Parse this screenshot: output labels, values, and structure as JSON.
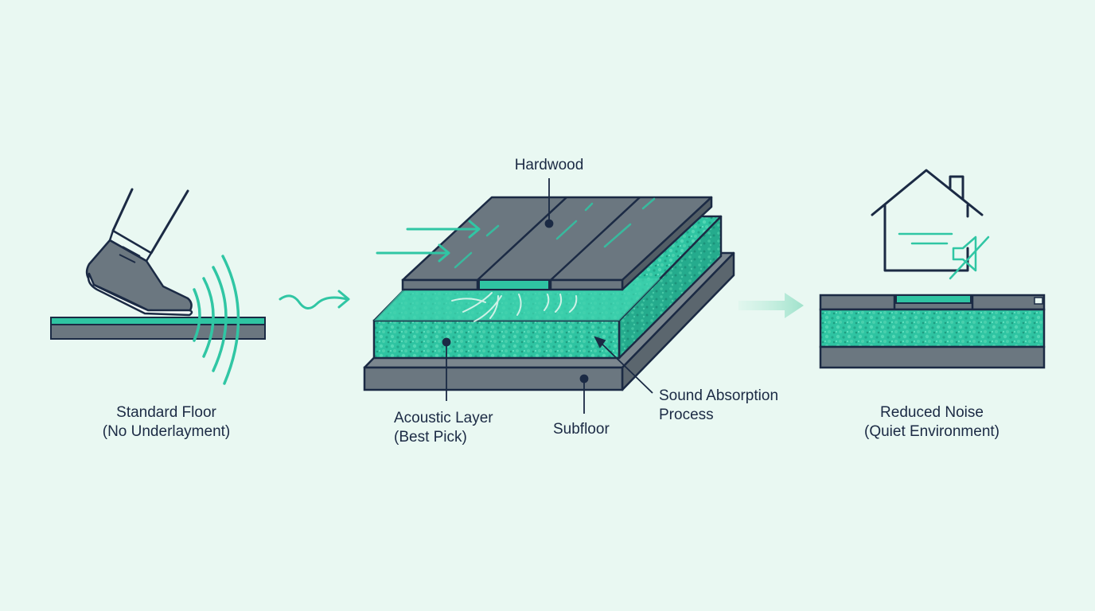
{
  "colors": {
    "background": "#e9f8f2",
    "ink": "#1b2a44",
    "wood": "#6b7780",
    "wood_dark": "#5d6870",
    "acoustic": "#2fc4a2",
    "acoustic_light": "#56d6b5",
    "accent": "#30c6a4"
  },
  "icons": [
    "footstep-shoe-icon",
    "sound-wave-icon",
    "wavy-arrow-icon",
    "fade-arrow-icon",
    "house-icon",
    "muted-speaker-icon"
  ],
  "labels": {
    "standard_floor": {
      "line1": "Standard Floor",
      "line2": "(No Underlayment)"
    },
    "hardwood": "Hardwood",
    "acoustic_layer": {
      "line1": "Acoustic Layer",
      "line2": "(Best Pick)"
    },
    "subfloor": "Subfloor",
    "sound_absorption": {
      "line1": "Sound Absorption",
      "line2": "Process"
    },
    "reduced_noise": {
      "line1": "Reduced Noise",
      "line2": "(Quiet Environment)"
    }
  }
}
